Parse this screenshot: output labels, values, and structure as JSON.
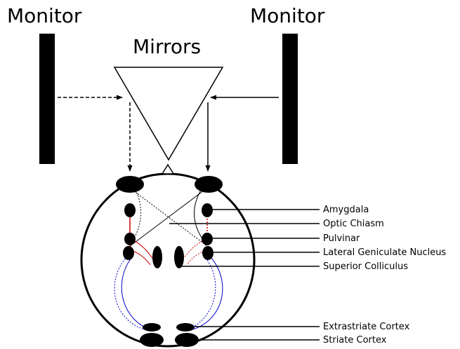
{
  "labels": {
    "monitor_left": "Monitor",
    "monitor_right": "Monitor",
    "mirrors": "Mirrors"
  },
  "brain_labels": [
    "Amygdala",
    "Optic Chiasm",
    "Pulvinar",
    "Lateral Geniculate Nucleus",
    "Superior Colliculus",
    "Extrastriate Cortex",
    "Striate Cortex"
  ],
  "colors": {
    "ink": "#000000",
    "red_pathway": "#cc0000",
    "blue_pathway": "#0000cc"
  }
}
